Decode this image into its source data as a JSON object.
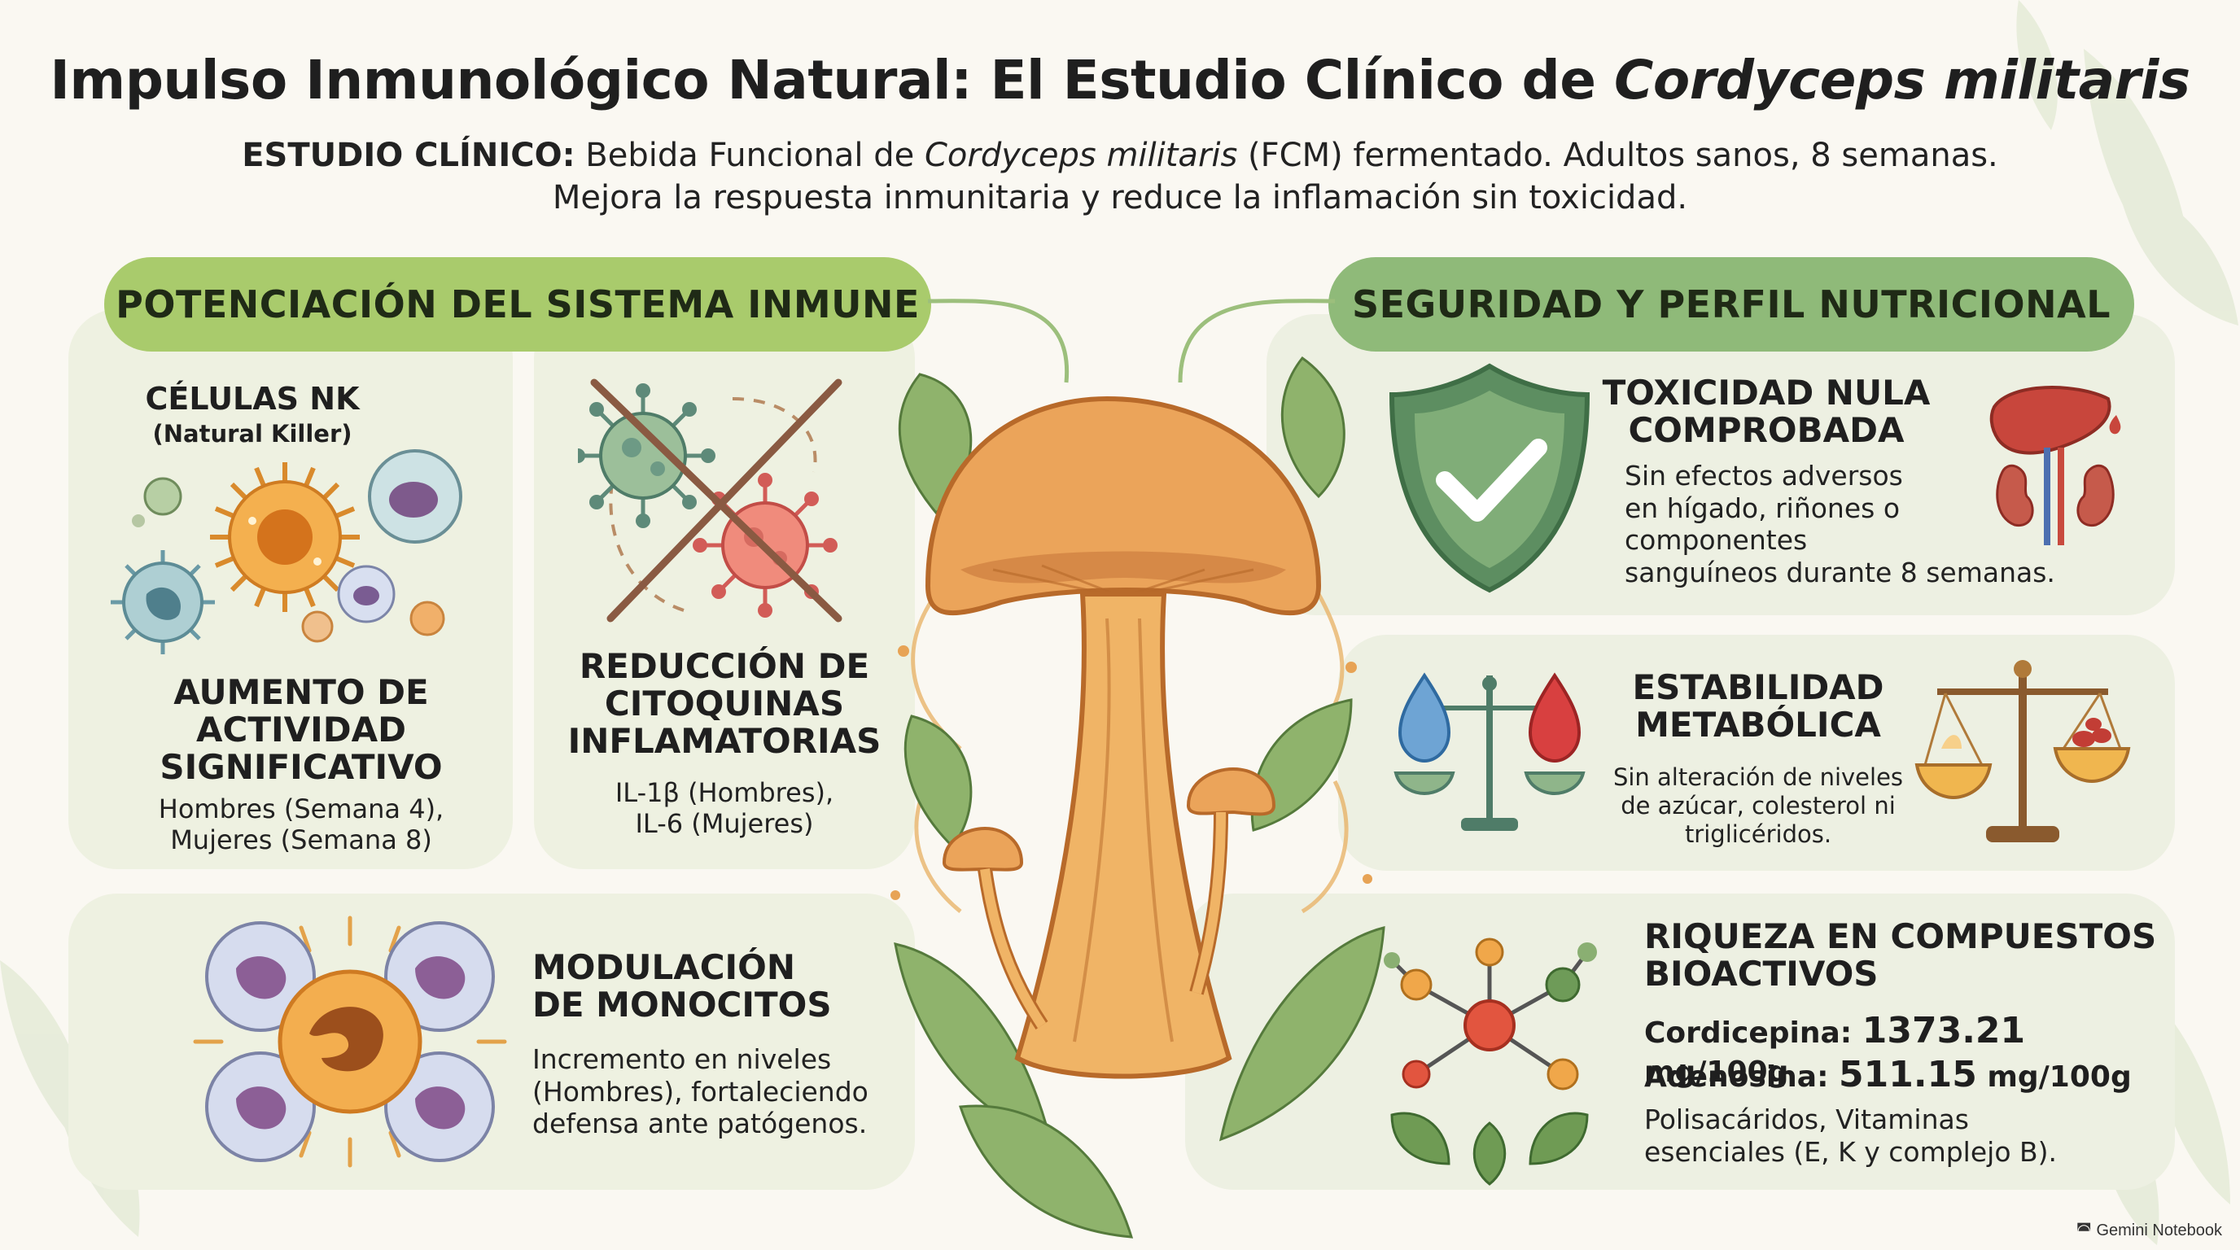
{
  "header": {
    "title_main": "Impulso Inmunológico Natural: El Estudio Clínico de ",
    "title_species": "Cordyceps militaris",
    "subtitle_label": "ESTUDIO CLÍNICO:",
    "subtitle_pre": " Bebida Funcional de ",
    "subtitle_species": "Cordyceps militaris",
    "subtitle_post": " (FCM) fermentado. Adultos sanos, 8 semanas.",
    "subtitle_line2": "Mejora la respuesta inmunitaria y reduce la inflamación sin toxicidad."
  },
  "left_section": {
    "heading": "POTENCIACIÓN DEL SISTEMA INMUNE",
    "nk": {
      "label": "CÉLULAS NK",
      "sublabel": "(Natural Killer)",
      "title_l1": "AUMENTO DE",
      "title_l2": "ACTIVIDAD",
      "title_l3": "SIGNIFICATIVO",
      "text_l1": "Hombres (Semana 4),",
      "text_l2": "Mujeres (Semana 8)"
    },
    "cyto": {
      "title_l1": "REDUCCIÓN DE",
      "title_l2": "CITOQUINAS",
      "title_l3": "INFLAMATORIAS",
      "text_l1": "IL-1β (Hombres),",
      "text_l2": "IL-6 (Mujeres)"
    },
    "mono": {
      "title_l1": "MODULACIÓN",
      "title_l2": "DE MONOCITOS",
      "text_l1": "Incremento en niveles",
      "text_l2": "(Hombres), fortaleciendo",
      "text_l3": "defensa ante patógenos."
    }
  },
  "right_section": {
    "heading": "SEGURIDAD Y PERFIL NUTRICIONAL",
    "tox": {
      "title_l1": "TOXICIDAD NULA",
      "title_l2": "COMPROBADA",
      "text_l1": "Sin efectos adversos",
      "text_l2": "en hígado, riñones o",
      "text_l3": "componentes",
      "text_l4": "sanguíneos durante 8 semanas."
    },
    "meta": {
      "title_l1": "ESTABILIDAD",
      "title_l2": "METABÓLICA",
      "text_l1": "Sin alteración de niveles",
      "text_l2": "de azúcar, colesterol ni",
      "text_l3": "triglicéridos."
    },
    "bio": {
      "title_l1": "RIQUEZA EN COMPUESTOS",
      "title_l2": "BIOACTIVOS",
      "cordy_label": "Cordicepina: ",
      "cordy_value": "1373.21",
      "cordy_unit": " mg/100g",
      "adeno_label": "Adenosina: ",
      "adeno_value": "511.15",
      "adeno_unit": " mg/100g",
      "text_l1": "Polisacáridos, Vitaminas",
      "text_l2": "esenciales (E, K y complejo B)."
    }
  },
  "footer": {
    "brand": "Gemini Notebook"
  },
  "colors": {
    "pill_left": "#a9cb6c",
    "pill_right": "#8fba79",
    "card": "#eef1e1",
    "mushroom": "#e7a355",
    "leaf": "#7aa25a"
  },
  "icons": [
    "nk-cells-icon",
    "virus-crossed-icon",
    "monocyte-cluster-icon",
    "mushroom-illustration",
    "shield-check-icon",
    "liver-kidney-icon",
    "blood-drops-scale-icon",
    "golden-scale-icon",
    "molecule-plant-icon",
    "gemini-logo-icon"
  ]
}
